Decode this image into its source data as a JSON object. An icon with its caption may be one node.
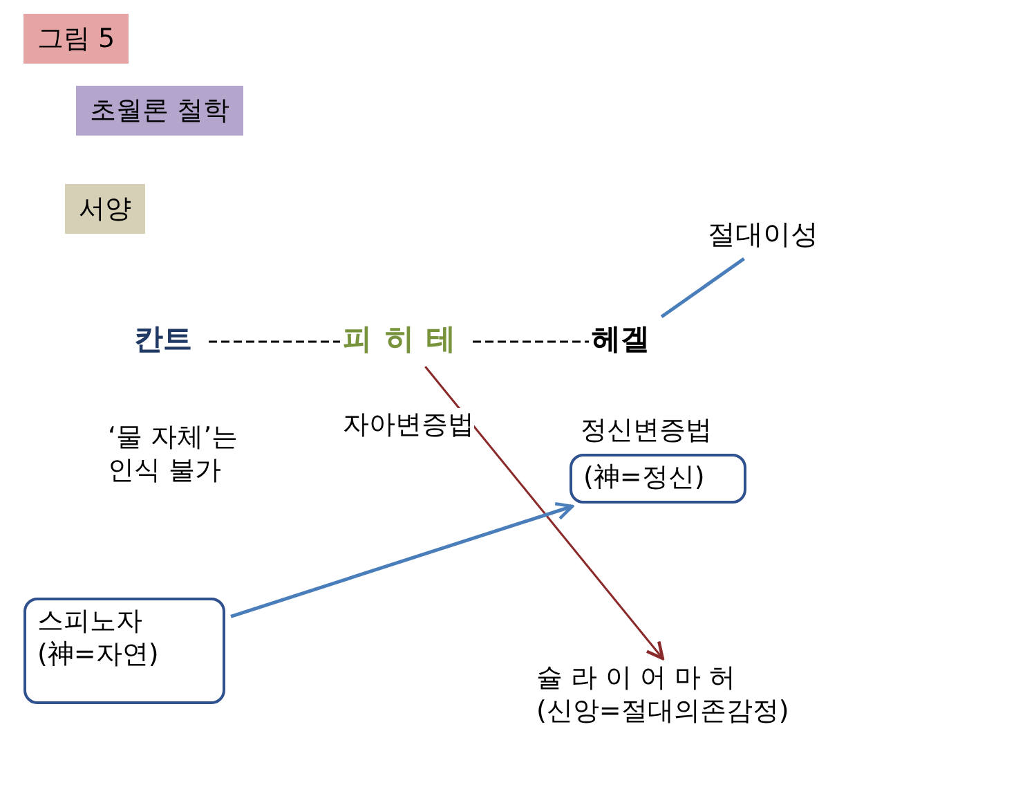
{
  "diagram": {
    "nodes": [
      {
        "text": [
          "칸트"
        ],
        "beside": [
          "‘물 자체’는 인식 불가"
        ]
      },
      {
        "text": [
          "피 히 테"
        ],
        "beside": [
          "자아변증법"
        ]
      },
      {
        "text": [
          "헤겔"
        ]
      },
      {
        "text": [
          "절대이성"
        ]
      },
      {
        "text": [
          "정신변증법",
          "(神=정신)"
        ]
      },
      {
        "text": [
          "스피노자",
          "(神=자연)"
        ]
      },
      {
        "text": [
          "슐 라 이 어 마 허",
          "(신앙=절대의존감정)"
        ]
      }
    ],
    "edges": [
      {
        "from": 0,
        "to": 1,
        "arrow": "none",
        "style": "dashed"
      },
      {
        "from": 1,
        "to": 2,
        "arrow": "none",
        "style": "dashed"
      },
      {
        "from": 2,
        "to": 3,
        "arrow": "none",
        "color": "#4a7ebb"
      },
      {
        "from": 1,
        "to": 6,
        "arrow": "to",
        "color": "#8b2a2a"
      },
      {
        "from": 5,
        "to": 4,
        "arrow": "to",
        "color": "#4a7ebb"
      }
    ],
    "labels": [
      "그림 5",
      "초월론 철학",
      "서양"
    ]
  }
}
